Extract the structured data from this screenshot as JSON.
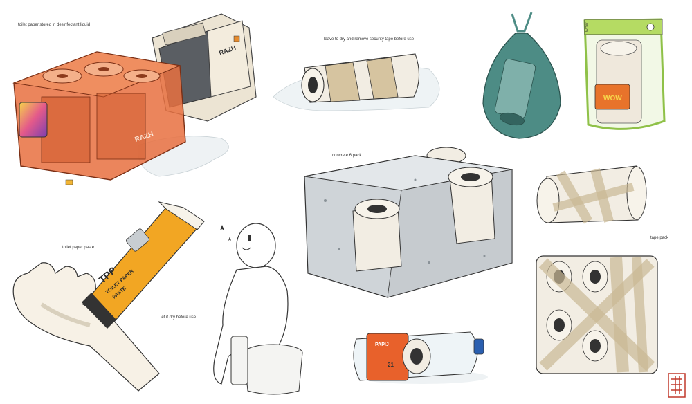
{
  "captions": {
    "disinfectant": "toilet paper stored in desinfectant liquid",
    "security_tape": "leave to dry and remove security tape before use",
    "concrete": "concrete 6 pack",
    "paste": "toilet paper paste",
    "dry": "let it dry before use",
    "tape_pack": "tape pack"
  },
  "case_brand": "RAZH",
  "case_brand_back": "RAZH",
  "tube": {
    "logo": "TPP",
    "line1": "TOILET PAPER",
    "line2": "PASTE"
  },
  "pouch": {
    "badge": "WOW",
    "side": "WOW"
  },
  "bottle": {
    "label": "PAPIJ",
    "number": "21"
  },
  "colors": {
    "case_orange": "#e8703f",
    "tube_yellow": "#f2a623",
    "bag_teal": "#4d8c85",
    "seal_red": "#c0392b"
  }
}
